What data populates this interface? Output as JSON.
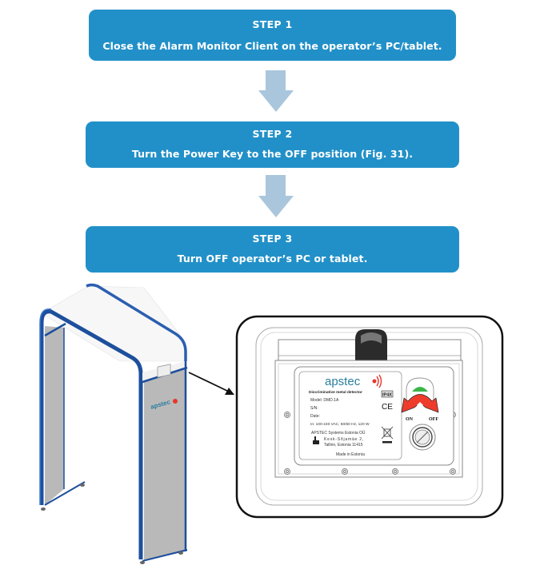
{
  "steps": [
    {
      "title": "STEP 1",
      "text": "Close the Alarm Monitor Client on the operator’s PC/tablet."
    },
    {
      "title": "STEP 2",
      "text": "Turn the Power Key to the OFF position (Fig. 31)."
    },
    {
      "title": "STEP 3",
      "text": "Turn OFF operator’s PC or tablet."
    }
  ],
  "colors": {
    "step_box": "#2290c8",
    "flow_arrow": "#a9c6dc",
    "gate_frame": "#1d4f9c",
    "gate_panel": "#b9b9b9",
    "logo_teal": "#2a7f9e",
    "logo_red": "#e8352b",
    "switch_arrow_red": "#ef3b2c",
    "indicator_green": "#3bb54a"
  },
  "gate": {
    "logo": "apstec"
  },
  "label_plate": {
    "brand": "apstec",
    "product": "Discriminative metal detector",
    "model": "Model: DMD.1A",
    "serial": "S/N:",
    "date": "Date:",
    "power_input": "In: 100-240 VAC, 50/60 Hz, 120 W",
    "manufacturer": "APSTEC Systems Estonia OÜ",
    "address_line1": "Kesk-Sõjamäe 2,",
    "address_line2": "Tallinn, Estonia 11415",
    "origin": "Made in Estonia",
    "ip_rating": "IP4X",
    "ce_mark": "CE"
  },
  "power_switch": {
    "on_label": "ON",
    "off_label": "OFF"
  }
}
